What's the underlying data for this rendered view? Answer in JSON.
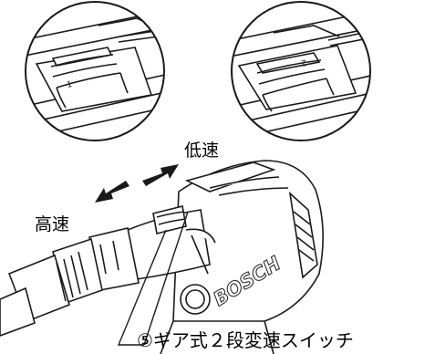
{
  "labels": {
    "low_speed": "低速",
    "high_speed": "高速",
    "callout": "⑤ギア式２段変速スイッチ"
  },
  "insets": {
    "left_marking": "1",
    "right_marking": "2"
  },
  "device": {
    "brand": "BOSCH"
  },
  "colors": {
    "line": "#1a1a1a",
    "fill": "#ffffff"
  }
}
